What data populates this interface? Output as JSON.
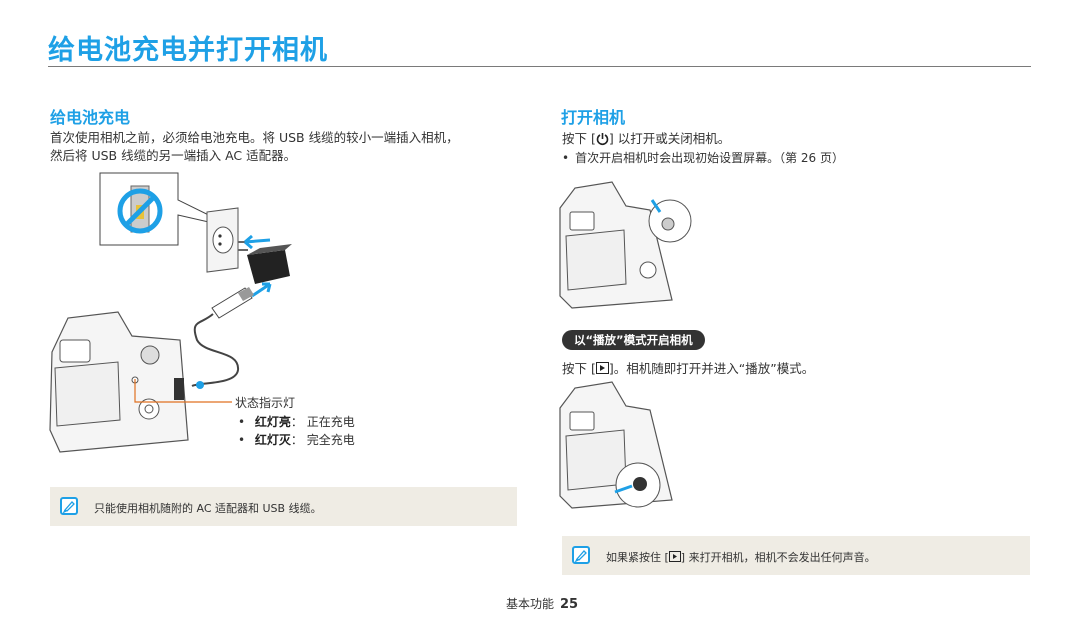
{
  "page": {
    "title": "给电池充电并打开相机"
  },
  "left": {
    "heading": "给电池充电",
    "para_line1": "首次使用相机之前，必须给电池充电。将 USB 线缆的较小一端插入相机，",
    "para_line2": "然后将 USB 线缆的另一端插入 AC 适配器。",
    "indicator_label": "状态指示灯",
    "bullets": [
      {
        "term": "红灯亮",
        "desc": "正在充电"
      },
      {
        "term": "红灯灭",
        "desc": "完全充电"
      }
    ],
    "note": "只能使用相机随附的 AC 适配器和 USB 线缆。"
  },
  "right": {
    "heading": "打开相机",
    "power_prefix": "按下 [",
    "power_suffix": "] 以打开或关闭相机。",
    "bullet": "首次开启相机时会出现初始设置屏幕。（第 26 页）",
    "pill": "以“播放”模式开启相机",
    "play_prefix": "按下 [",
    "play_suffix": "]。相机随即打开并进入“播放”模式。",
    "note_prefix": "如果紧按住 [",
    "note_suffix": "] 来打开相机，相机不会发出任何声音。"
  },
  "footer": {
    "section": "基本功能",
    "page_number": "25"
  },
  "colors": {
    "accent": "#1ea0e6",
    "indicator_line": "#e07020",
    "note_bg": "#efece4"
  },
  "icons": [
    "power-icon",
    "play-icon",
    "note-icon",
    "no-sign-icon"
  ]
}
